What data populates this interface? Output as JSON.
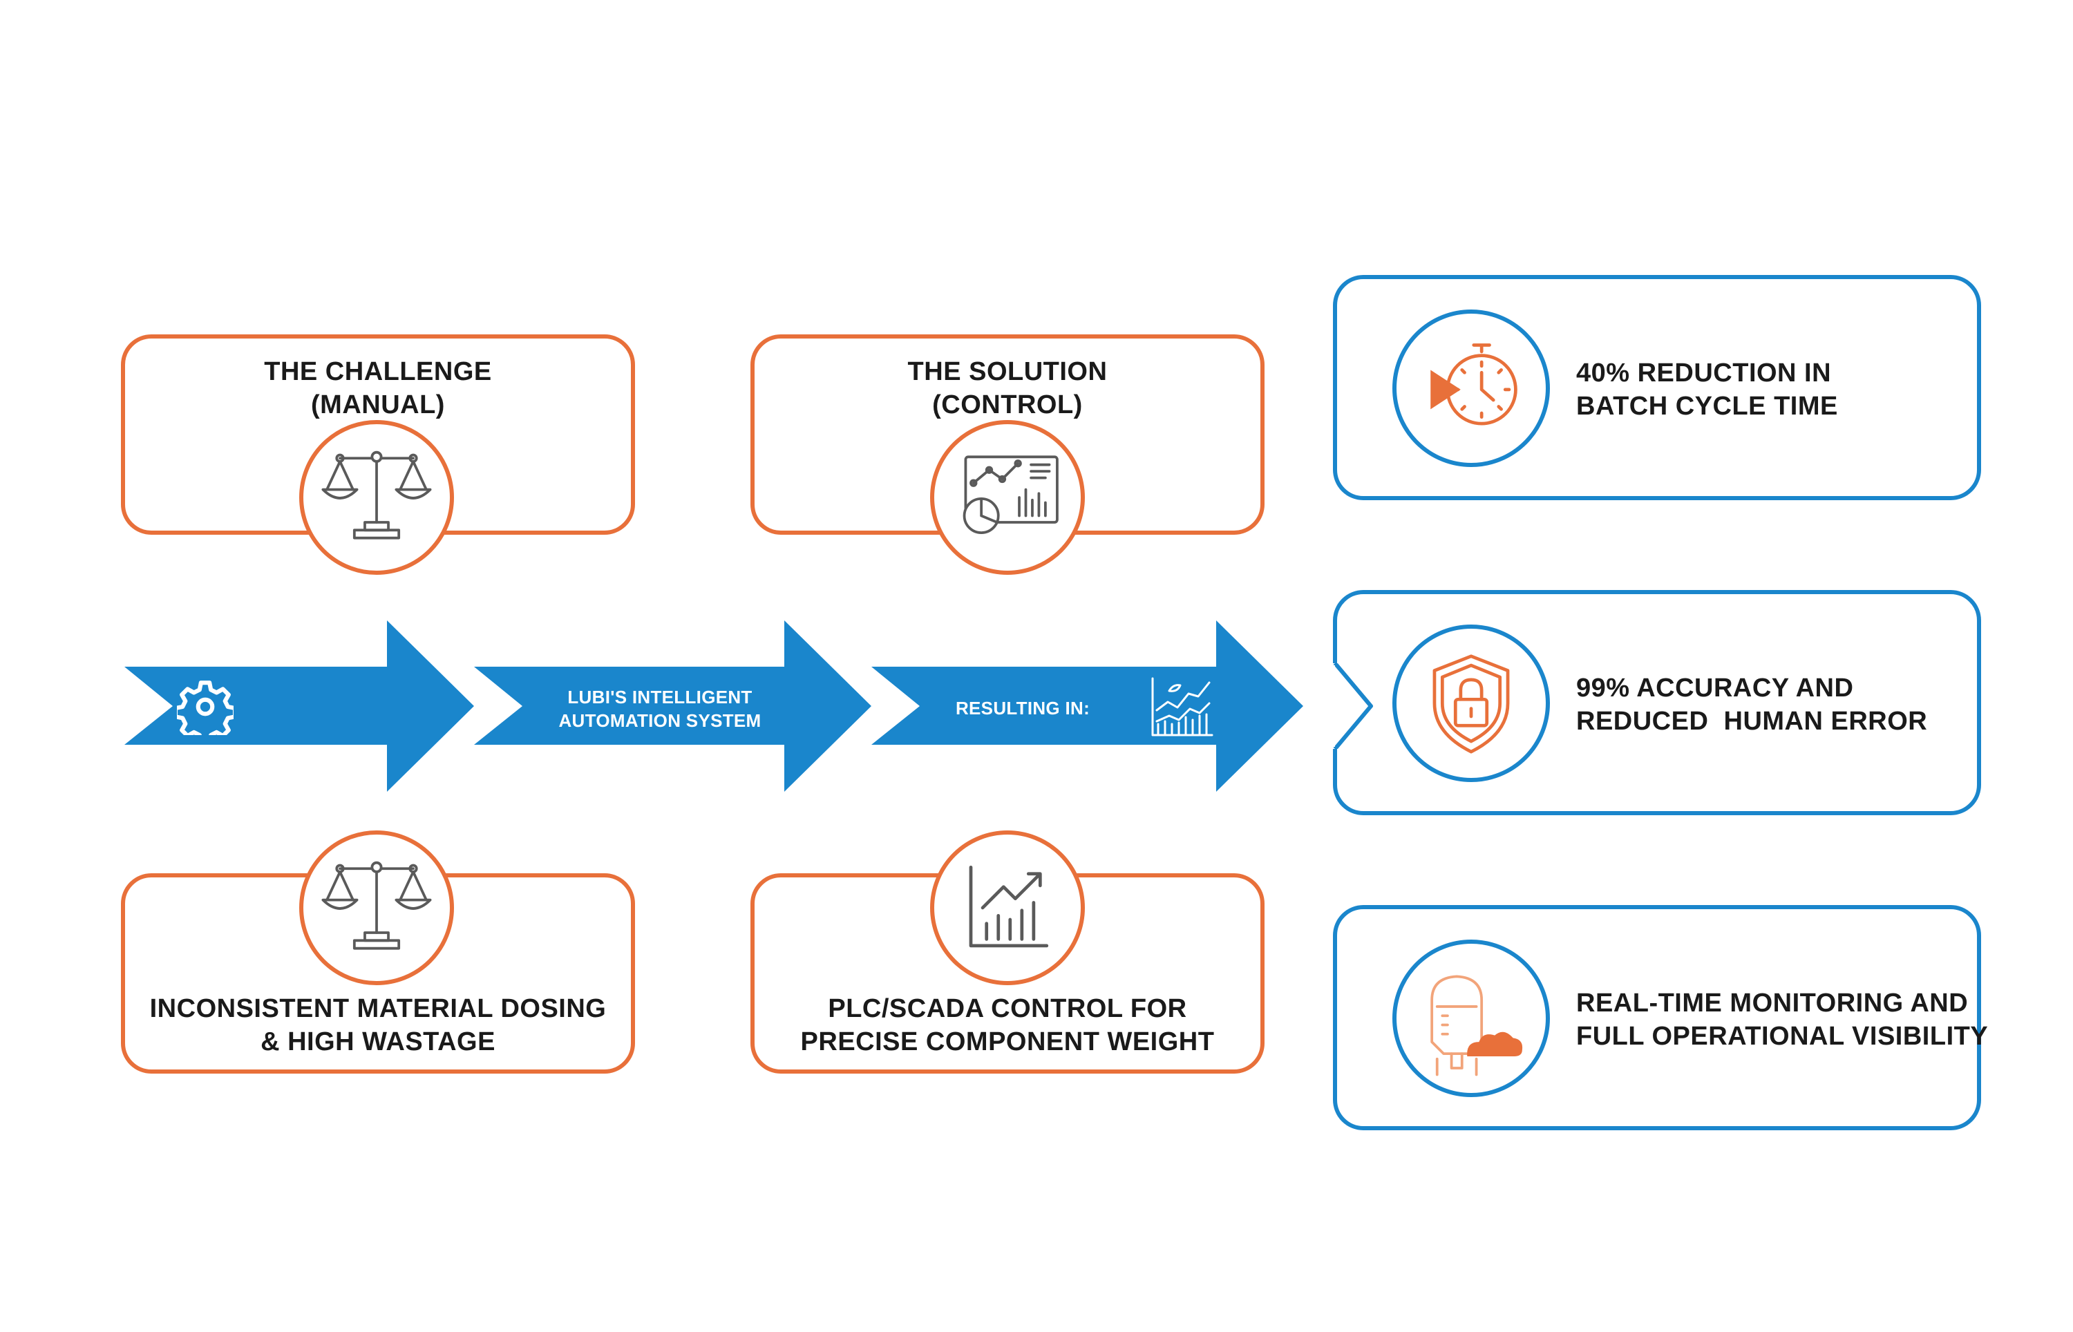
{
  "challenge": {
    "title_line1": "THE CHALLENGE",
    "title_line2": "(MANUAL)",
    "detail_line1": "INCONSISTENT MATERIAL DOSING",
    "detail_line2": "& HIGH WASTAGE",
    "icon_top": "balance-scale-icon",
    "icon_bottom": "balance-scale-icon"
  },
  "solution": {
    "title_line1": "THE SOLUTION",
    "title_line2": "(CONTROL)",
    "detail_line1": "PLC/SCADA CONTROL FOR",
    "detail_line2": "PRECISE COMPONENT WEIGHT",
    "icon_top": "analytics-dashboard-icon",
    "icon_bottom": "growth-chart-icon"
  },
  "flow": {
    "arrow1_icon": "gear-icon",
    "arrow2_line1": "LUBI'S INTELLIGENT",
    "arrow2_line2": "AUTOMATION SYSTEM",
    "arrow3_text": "RESULTING IN:",
    "arrow3_icon": "trend-chart-icon"
  },
  "results": [
    {
      "line1": "40% REDUCTION IN",
      "line2": "BATCH CYCLE TIME",
      "icon": "timer-icon"
    },
    {
      "line1": "99% ACCURACY AND",
      "line2": "REDUCED  HUMAN ERROR",
      "icon": "shield-lock-icon"
    },
    {
      "line1": "REAL-TIME MONITORING AND",
      "line2": "FULL OPERATIONAL VISIBILITY",
      "icon": "tank-cloud-icon"
    }
  ],
  "colors": {
    "orange": "#e8703a",
    "blue": "#1a86cc",
    "icon_gray": "#5a5a5a",
    "text": "#1a1a1a"
  }
}
